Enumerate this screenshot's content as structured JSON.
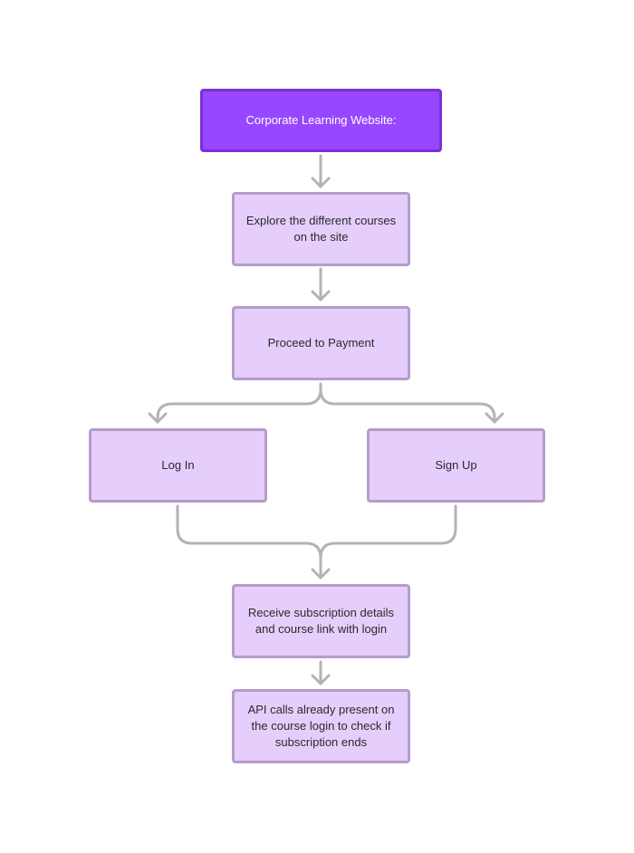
{
  "diagram": {
    "type": "flowchart",
    "nodes": {
      "title": "Corporate Learning Website:",
      "explore": "Explore the different courses\non the site",
      "payment": "Proceed to Payment",
      "login": "Log In",
      "signup": "Sign Up",
      "receive": "Receive subscription details\nand course link with login",
      "api": "API calls already present on\nthe course login to check if\nsubscription ends"
    },
    "edges": [
      {
        "from": "title",
        "to": "explore"
      },
      {
        "from": "explore",
        "to": "payment"
      },
      {
        "from": "payment",
        "to": "login"
      },
      {
        "from": "payment",
        "to": "signup"
      },
      {
        "from": "login",
        "to": "receive"
      },
      {
        "from": "signup",
        "to": "receive"
      },
      {
        "from": "receive",
        "to": "api"
      }
    ],
    "colors": {
      "primary_fill": "#9747ff",
      "primary_border": "#7c2fd8",
      "step_fill": "#e5cefc",
      "step_border": "#b59ccb",
      "connector": "#b3b3b3"
    }
  }
}
